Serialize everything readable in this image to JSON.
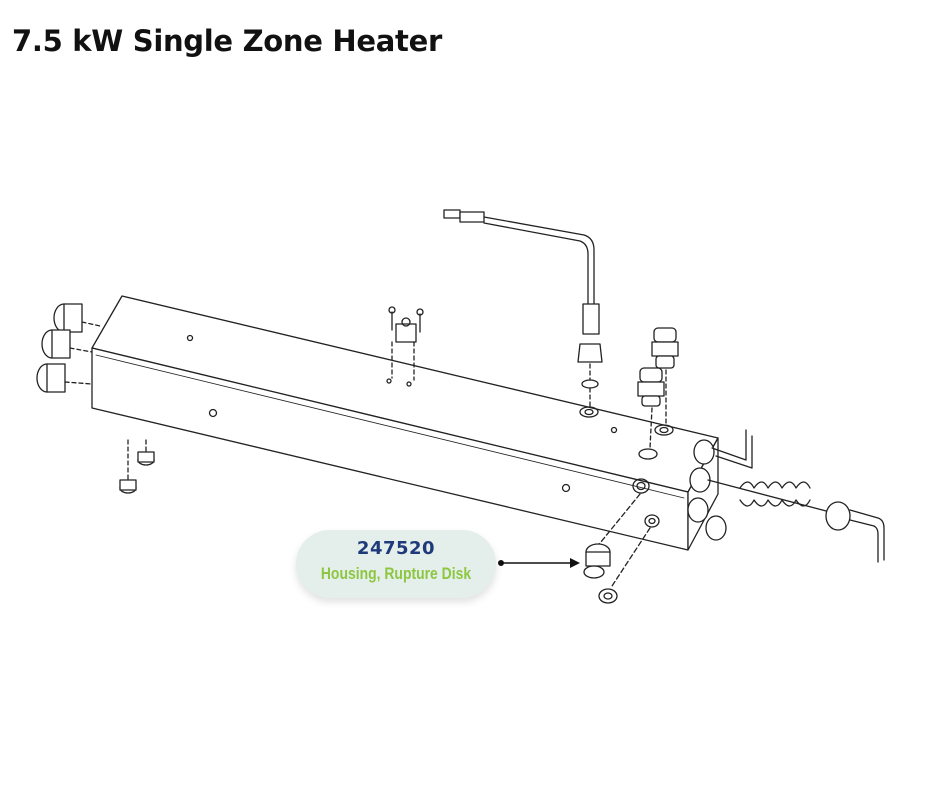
{
  "header": {
    "title": "7.5 kW Single Zone Heater"
  },
  "callout": {
    "part_number": "247520",
    "part_name": "Housing, Rupture Disk"
  },
  "colors": {
    "part_number": "#1f3a7a",
    "part_name": "#8dc63f",
    "callout_bg": "#e4efec",
    "line_art": "#222222"
  }
}
